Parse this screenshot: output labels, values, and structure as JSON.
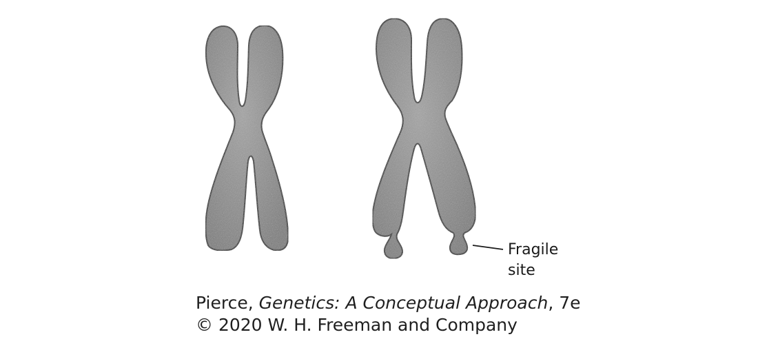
{
  "figure": {
    "annotation": {
      "line1": "Fragile",
      "line2": "site"
    }
  },
  "credit": {
    "author": "Pierce, ",
    "book_title": "Genetics: A Conceptual Approach",
    "edition": ", 7e",
    "copyright": "© 2020 W. H. Freeman and Company"
  },
  "colors": {
    "chromosome_fill": "#8c8c8c",
    "chromosome_outline": "#2b2b2b",
    "background": "#ffffff"
  }
}
